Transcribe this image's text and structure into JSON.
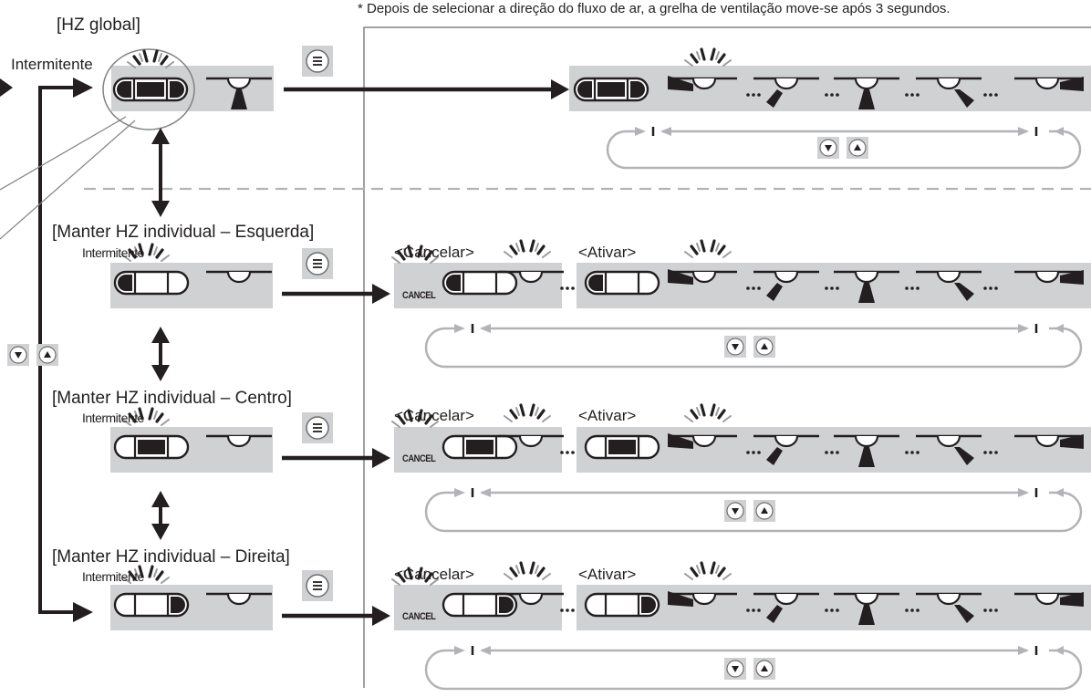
{
  "note": "* Depois de selecionar a direção do fluxo de ar, a grelha de ventilação move-se após 3 segundos.",
  "labels": {
    "global": "[HZ global]",
    "flash_main": "Intermitente",
    "flash_small": "Intermitente",
    "left": "[Manter HZ individual – Esquerda]",
    "center": "[Manter HZ individual – Centro]",
    "right": "[Manter HZ individual – Direita]",
    "cancel_tag": "<Cancelar>",
    "activate_tag": "<Ativar>",
    "cancel_word": "CANCEL"
  },
  "icons": {
    "menu": "menu-button-icon",
    "down": "down-arrow-button-icon",
    "up": "up-arrow-button-icon",
    "louver": "louver-position-icon",
    "horizontal_zone": "horizontal-zone-indicator-icon"
  },
  "colors": {
    "panel": "#d0d1d3",
    "ink": "#231f20",
    "line": "#b1b3b6"
  }
}
